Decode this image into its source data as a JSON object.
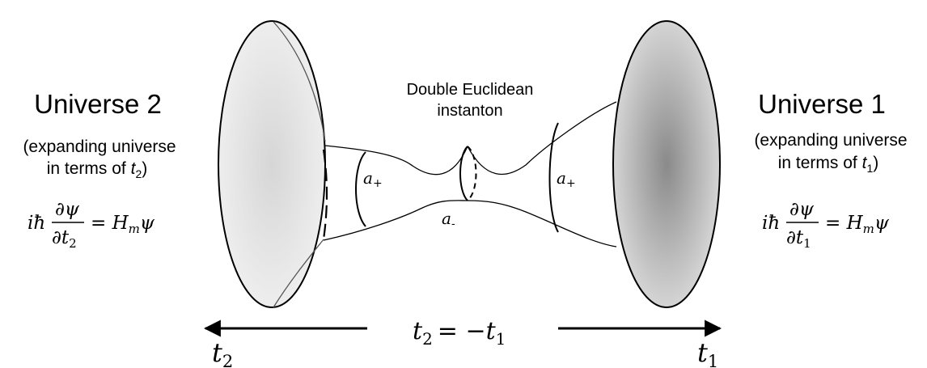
{
  "universe_2": {
    "title": "Universe 2",
    "subtitle_line1": "(expanding universe",
    "subtitle_line2_prefix": "in terms of ",
    "subtitle_line2_var": "t",
    "subtitle_line2_sub": "2",
    "subtitle_line2_suffix": ")",
    "equation": {
      "lhs_prefix": "iħ",
      "numerator": "∂ψ",
      "denominator_var": "∂t",
      "denominator_sub": "2",
      "rhs": "= H",
      "rhs_sub": "m",
      "rhs_tail": "ψ"
    }
  },
  "universe_1": {
    "title": "Universe 1",
    "subtitle_line1": "(expanding universe",
    "subtitle_line2_prefix": "in terms of ",
    "subtitle_line2_var": "t",
    "subtitle_line2_sub": "1",
    "subtitle_line2_suffix": ")",
    "equation": {
      "lhs_prefix": "iħ",
      "numerator": "∂ψ",
      "denominator_var": "∂t",
      "denominator_sub": "1",
      "rhs": "= H",
      "rhs_sub": "m",
      "rhs_tail": "ψ"
    }
  },
  "instanton": {
    "label_line1": "Double Euclidean",
    "label_line2": "instanton",
    "a_plus_var": "a",
    "a_plus_sub": "+",
    "a_minus_var": "a",
    "a_minus_sub": "-"
  },
  "time_axis": {
    "center_lhs_var": "t",
    "center_lhs_sub": "2",
    "center_op": "= −t",
    "center_rhs_sub": "1",
    "left_var": "t",
    "left_sub": "2",
    "right_var": "t",
    "right_sub": "1"
  },
  "colors": {
    "universe_2_fill_center": "#d6d6d6",
    "universe_2_fill_edge": "#f0f0f0",
    "universe_1_fill_center": "#8a8a8a",
    "universe_1_fill_edge": "#dcdcdc",
    "stroke": "#000000"
  }
}
